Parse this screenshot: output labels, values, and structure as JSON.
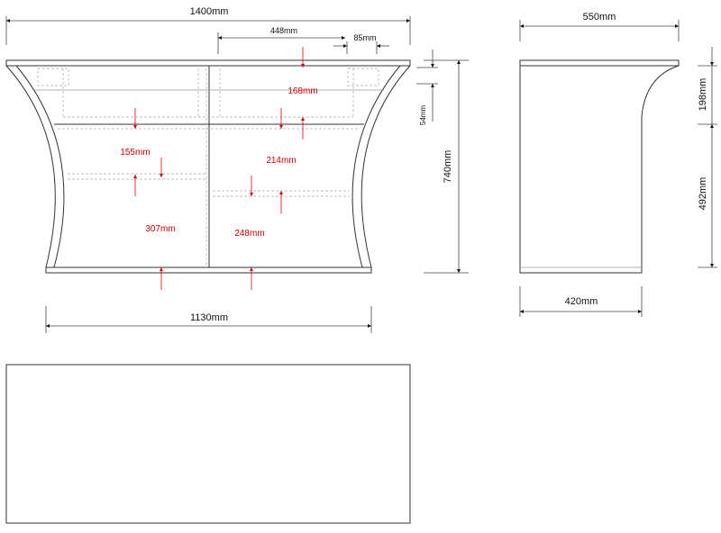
{
  "front_view": {
    "overall_width": "1400mm",
    "drawer_width": "448mm",
    "side_offset": "85mm",
    "overall_height": "740mm",
    "top_offset": "54mm",
    "base_width": "1130mm",
    "inner_dims": {
      "top_drawer": "168mm",
      "left_upper": "155mm",
      "right_upper": "214mm",
      "left_lower": "307mm",
      "right_lower": "248mm"
    }
  },
  "side_view": {
    "top_depth": "550mm",
    "base_depth": "420mm",
    "curve_height": "198mm",
    "lower_height": "492mm"
  },
  "colors": {
    "dimension_red": "#cc0000",
    "line": "#333333"
  }
}
